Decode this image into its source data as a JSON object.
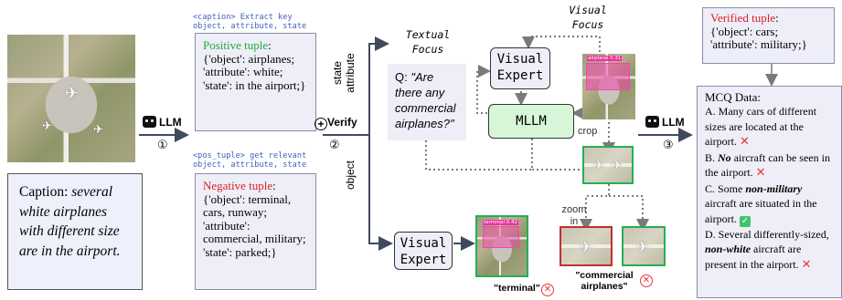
{
  "caption_tag": "<caption> Extract key object, attribute, state",
  "pos_tag": "<pos_tuple> get relevant object, attribute, state",
  "positive": {
    "title": "Positive tuple",
    "body": "{'object': airplanes; 'attribute': white; 'state': in the airport;}",
    "title_color": "#1faa3c"
  },
  "negative": {
    "title": "Negative tuple",
    "body": "{'object': terminal, cars, runway; 'attribute': commercial, military; 'state': parked;}",
    "title_color": "#d81f26"
  },
  "caption": {
    "prefix": "Caption:",
    "text": "several white airplanes with different size are in the airport."
  },
  "llm_label": "LLM",
  "verify_label": "Verify",
  "steps": [
    "①",
    "②",
    "③"
  ],
  "branch_labels": {
    "top": "state attribute",
    "bottom": "object"
  },
  "textual_focus": "Textual Focus",
  "visual_focus": "Visual Focus",
  "query": {
    "prefix": "Q:",
    "text": "\"Are there any commercial airplanes?\""
  },
  "visual_expert": "Visual Expert",
  "mllm": "MLLM",
  "crop_label": "crop",
  "zoom_label": "zoom in",
  "detection_tags": [
    "airplane 0.31",
    "terminal 0.42"
  ],
  "terminal_label": "\"terminal\"",
  "commercial_label": "\"commercial airplanes\"",
  "verified": {
    "title": "Verified tuple",
    "body": "{'object': cars; 'attribute': military;}",
    "title_color": "#d81f26"
  },
  "mcq": {
    "title": "MCQ Data:",
    "a": "A. Many cars of different sizes are located at the airport.",
    "b_prefix": "B.",
    "b_em": "No",
    "b_rest": "aircraft can be seen in the airport.",
    "c_prefix": "C. Some",
    "c_em": "non-military",
    "c_rest": "aircraft are situated in the airport.",
    "d_prefix": "D. Several differently-sized,",
    "d_em": "non-white",
    "d_rest": "aircraft are present in the airport."
  },
  "icons": {
    "llm": "robot-icon",
    "verify": "plus-circle-icon",
    "wrong": "cross-icon",
    "right": "check-icon",
    "wrong_circle": "x-circle-icon",
    "plane": "airplane-icon"
  },
  "colors": {
    "accent_blue": "#3f63b8",
    "box_fill": "#eeeef8",
    "mllm_fill": "#d7f5d7",
    "wire": "#3f4a5c",
    "dotted": "#7a7a7a",
    "green_frame": "#27ae55",
    "red_frame": "#c0302f"
  }
}
